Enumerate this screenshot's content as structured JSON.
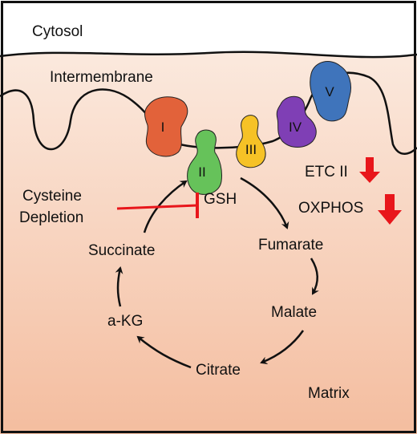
{
  "regions": {
    "cytosol": "Cytosol",
    "intermembrane": "Intermembrane",
    "matrix": "Matrix"
  },
  "complexes": [
    {
      "label": "I",
      "color": "#e2623a"
    },
    {
      "label": "II",
      "color": "#66c25a"
    },
    {
      "label": "III",
      "color": "#f6c226"
    },
    {
      "label": "IV",
      "color": "#7f3fb5"
    },
    {
      "label": "V",
      "color": "#3f74bb"
    }
  ],
  "cycle": {
    "succinate": "Succinate",
    "fumarate": "Fumarate",
    "malate": "Malate",
    "citrate": "Citrate",
    "akg": "a-KG"
  },
  "inhibition": {
    "source_line1": "Cysteine",
    "source_line2": "Depletion",
    "target": "GSH",
    "color": "#e8161b"
  },
  "effects": [
    {
      "label": "ETC II",
      "direction": "down"
    },
    {
      "label": "OXPHOS",
      "direction": "down"
    }
  ],
  "colors": {
    "arrow_red": "#e8161b",
    "matrix_top": "#fbe9dd",
    "matrix_bottom": "#f3b99a",
    "membrane": "#f8e2d2"
  }
}
